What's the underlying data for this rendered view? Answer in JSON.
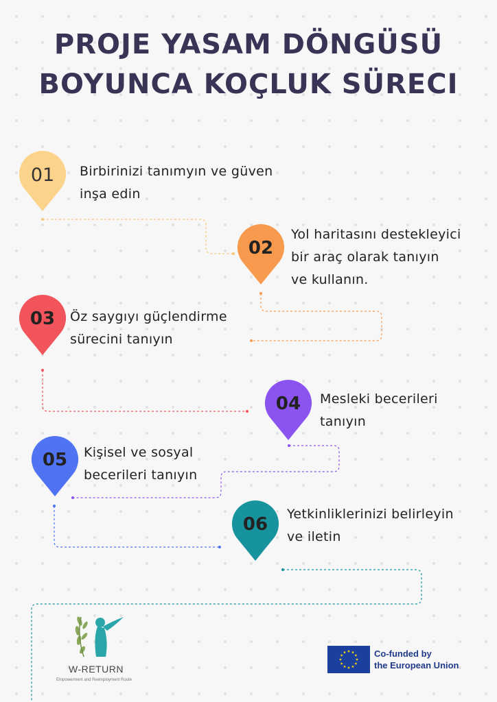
{
  "title": {
    "line1": "PROJE YASAM DÖNGÜSÜ",
    "line2": "BOYUNCA KOÇLUK SÜRECI"
  },
  "steps": [
    {
      "number": "01",
      "lines": [
        "Birbirinizi tanımyın ve güven",
        "inşa edin"
      ],
      "color": "#fcd38a",
      "number_color": "#333333"
    },
    {
      "number": "02",
      "lines": [
        "Yol haritasını destekleyici",
        "bir araç olarak tanıyın",
        "ve kullanın."
      ],
      "color": "#f89a4d",
      "number_color": "#222222"
    },
    {
      "number": "03",
      "lines": [
        "Öz saygıyı güçlendirme",
        "sürecini tanıyın"
      ],
      "color": "#f2545b",
      "number_color": "#222222"
    },
    {
      "number": "04",
      "lines": [
        "Mesleki becerileri",
        "tanıyın"
      ],
      "color": "#8b54f0",
      "number_color": "#222222"
    },
    {
      "number": "05",
      "lines": [
        "Kişisel ve sosyal",
        "becerileri tanıyın"
      ],
      "color": "#4f73f2",
      "number_color": "#222222"
    },
    {
      "number": "06",
      "lines": [
        "Yetkinliklerinizi belirleyin",
        "ve iletin"
      ],
      "color": "#17939e",
      "number_color": "#222222"
    }
  ],
  "footer": {
    "logo_name": "W-RETURN",
    "logo_tagline": "Empowerment and Reemployment Route",
    "eu_line1": "Co-funded by",
    "eu_line2": "the European Union",
    "eu_flag_color": "#1a3f9c",
    "eu_star_color": "#ffd617"
  }
}
